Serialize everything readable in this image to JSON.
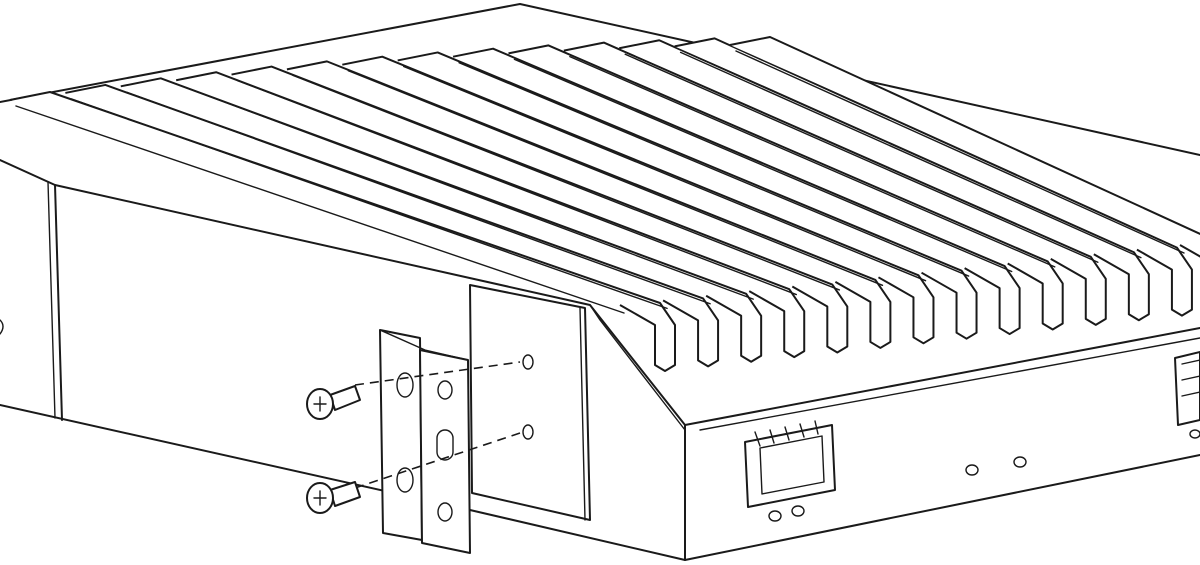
{
  "illustration": {
    "ink_color": "#1a1a1a",
    "background_color": "#ffffff",
    "heatsink_fin_count": 14,
    "mounting_screw_count": 2,
    "sfp_port_count": 2
  }
}
